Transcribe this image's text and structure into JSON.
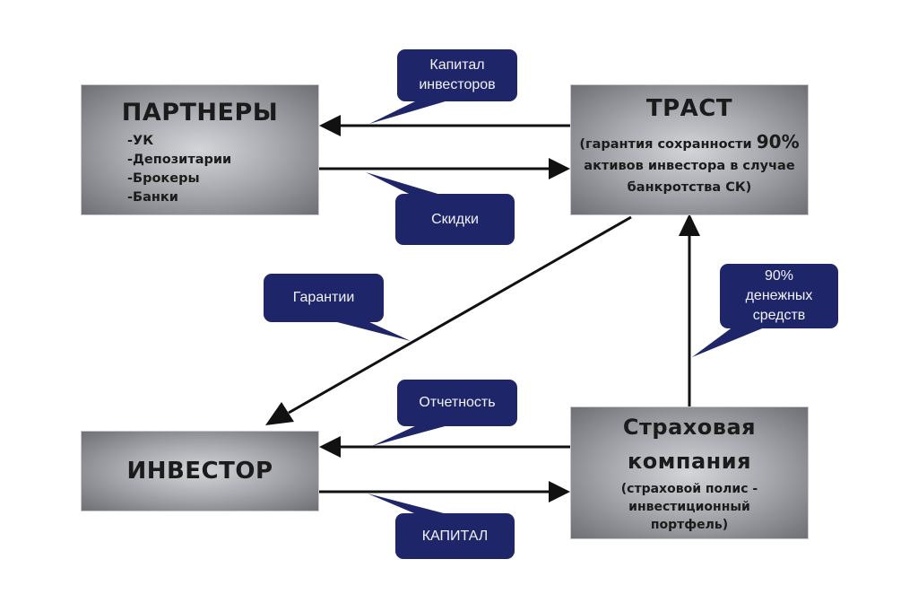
{
  "nodes": {
    "partners": {
      "title": "ПАРТНЕРЫ",
      "items": [
        "-УК",
        "-Депозитарии",
        "-Брокеры",
        "-Банки"
      ]
    },
    "trust": {
      "title": "ТРАСТ",
      "desc_prefix": "(гарантия сохранности ",
      "desc_pct": "90%",
      "desc_line2": "активов инвестора в случае",
      "desc_line3": "банкротства СК)"
    },
    "investor": {
      "title": "ИНВЕСТОР"
    },
    "insurer": {
      "title_line1": "Страховая",
      "title_line2": "компания",
      "desc_line1": "(страховой полис -",
      "desc_line2": "инвестиционный",
      "desc_line3": "портфель)"
    }
  },
  "flows": [
    {
      "from": "trust",
      "to": "partners",
      "label_lines": [
        "Капитал",
        "инвесторов"
      ]
    },
    {
      "from": "partners",
      "to": "trust",
      "label_lines": [
        "Скидки"
      ]
    },
    {
      "from": "trust",
      "to": "investor",
      "label_lines": [
        "Гарантии"
      ]
    },
    {
      "from": "insurer",
      "to": "trust",
      "label_lines": [
        "90%",
        "денежных",
        "средств"
      ]
    },
    {
      "from": "insurer",
      "to": "investor",
      "label_lines": [
        "Отчетность"
      ]
    },
    {
      "from": "investor",
      "to": "insurer",
      "label_lines": [
        "КАПИТАЛ"
      ]
    }
  ],
  "colors": {
    "callout_bg": "#1e2568",
    "callout_text": "#f2f3f8",
    "arrow": "#111111",
    "box_text": "#1b1b1b"
  }
}
